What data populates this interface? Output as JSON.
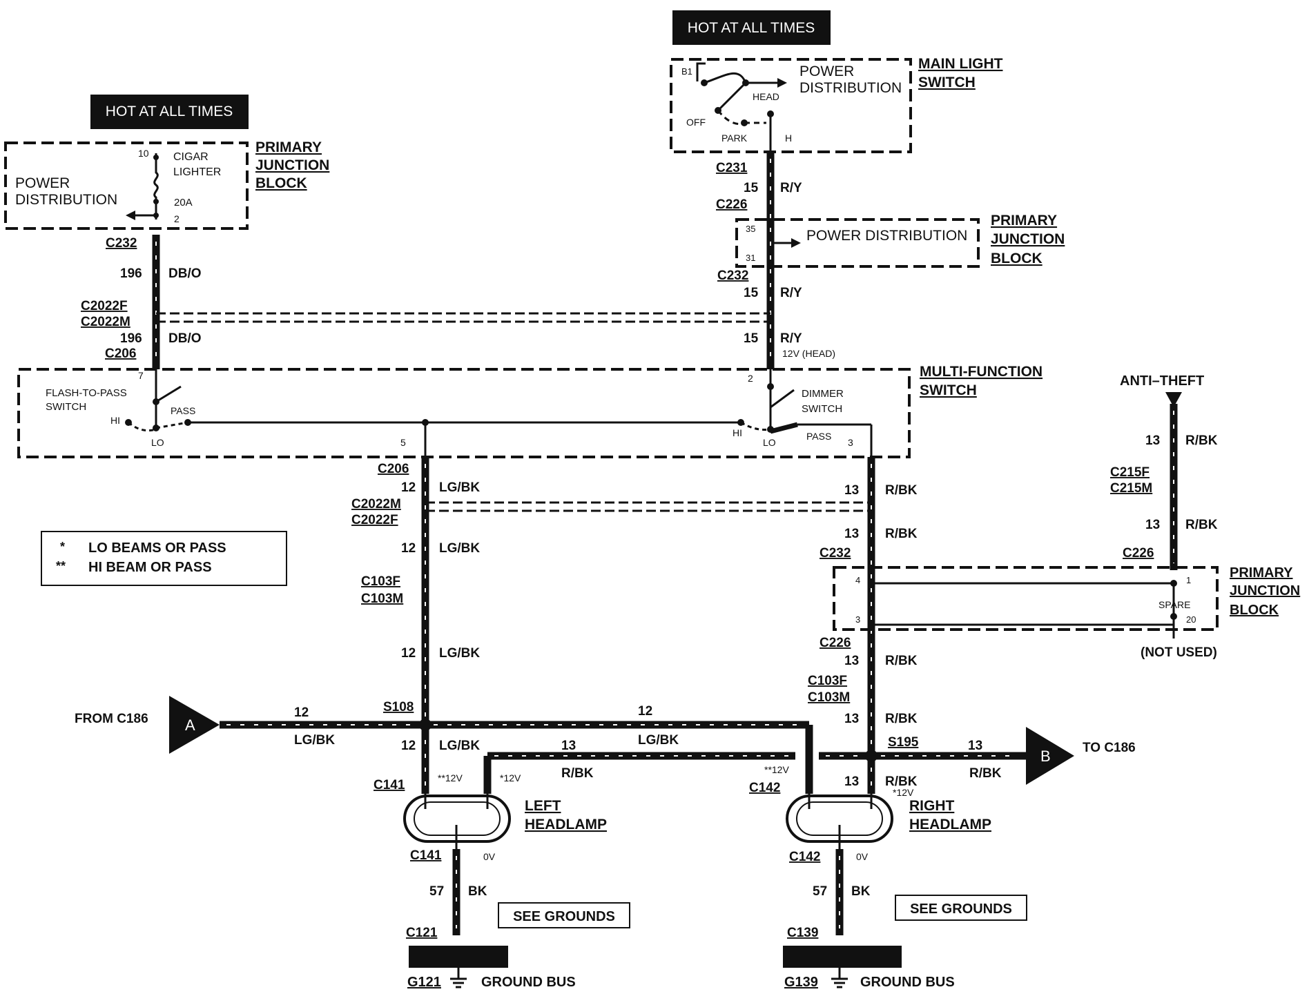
{
  "hot_at_all_times_left": "HOT AT ALL TIMES",
  "hot_at_all_times_top": "HOT AT ALL TIMES",
  "left_pjb": {
    "power": "POWER",
    "distribution": "DISTRIBUTION",
    "cigar": "CIGAR",
    "lighter": "LIGHTER",
    "fuse": "20A",
    "pin_top": "10",
    "pin_bottom": "2",
    "name_1": "PRIMARY",
    "name_2": "JUNCTION",
    "name_3": "BLOCK"
  },
  "main_light_switch": {
    "b1": "B1",
    "power": "POWER",
    "distribution": "DISTRIBUTION",
    "head": "HEAD",
    "off": "OFF",
    "park": "PARK",
    "h": "H",
    "name_1": "MAIN LIGHT",
    "name_2": "SWITCH"
  },
  "right_pjb_top": {
    "pin_35": "35",
    "pin_31": "31",
    "power_distribution": "POWER DISTRIBUTION",
    "name_1": "PRIMARY",
    "name_2": "JUNCTION",
    "name_3": "BLOCK"
  },
  "connectors": {
    "c231": "C231",
    "c226_a": "C226",
    "c232_right": "C232",
    "c232_left": "C232",
    "c2022f": "C2022F",
    "c2022m": "C2022M",
    "c206_left": "C206",
    "c206_mid": "C206",
    "c2022m_mid": "C2022M",
    "c2022f_mid": "C2022F",
    "c103f_left": "C103F",
    "c103m_left": "C103M",
    "c232_mid": "C232",
    "c226_mid": "C226",
    "c103f_right": "C103F",
    "c103m_right": "C103M",
    "c215f": "C215F",
    "c215m": "C215M",
    "c226_right": "C226",
    "s108": "S108",
    "s195": "S195",
    "c141_top": "C141",
    "c142_top": "C142",
    "c141_bot": "C141",
    "c142_bot": "C142",
    "c121": "C121",
    "c139": "C139",
    "g121": "G121",
    "g139": "G139"
  },
  "wires": {
    "w15": "15",
    "ry": "R/Y",
    "w196": "196",
    "dbo": "DB/O",
    "v12_head": "12V (HEAD)",
    "w12": "12",
    "lgbk": "LG/BK",
    "w13": "13",
    "rbk": "R/BK",
    "w57": "57",
    "bk": "BK"
  },
  "mfs": {
    "pin_7": "7",
    "flash_1": "FLASH-TO-PASS",
    "flash_2": "SWITCH",
    "hi": "HI",
    "lo": "LO",
    "pass": "PASS",
    "pin_2": "2",
    "dimmer_1": "DIMMER",
    "dimmer_2": "SWITCH",
    "pin_5": "5",
    "pin_3": "3",
    "name_1": "MULTI-FUNCTION",
    "name_2": "SWITCH"
  },
  "legend": {
    "star1": "*",
    "lo_beams": "LO BEAMS OR PASS",
    "star2": "**",
    "hi_beam": "HI BEAM OR PASS"
  },
  "anti_theft": "ANTI–THEFT",
  "pjb_bottom": {
    "pin_4": "4",
    "pin_3": "3",
    "pin_1": "1",
    "spare": "SPARE",
    "pin_20": "20",
    "not_used": "(NOT USED)",
    "name_1": "PRIMARY",
    "name_2": "JUNCTION",
    "name_3": "BLOCK"
  },
  "from_c186": "FROM C186",
  "to_c186": "TO C186",
  "marker_a": "A",
  "marker_b": "B",
  "volt_hi_left": "**12V",
  "volt_lo_left": "*12V",
  "volt_hi_right": "**12V",
  "volt_lo_right": "*12V",
  "zero_v": "0V",
  "left_headlamp_1": "LEFT",
  "left_headlamp_2": "HEADLAMP",
  "right_headlamp_1": "RIGHT",
  "right_headlamp_2": "HEADLAMP",
  "see_grounds": "SEE GROUNDS",
  "ground_bus": "GROUND BUS"
}
